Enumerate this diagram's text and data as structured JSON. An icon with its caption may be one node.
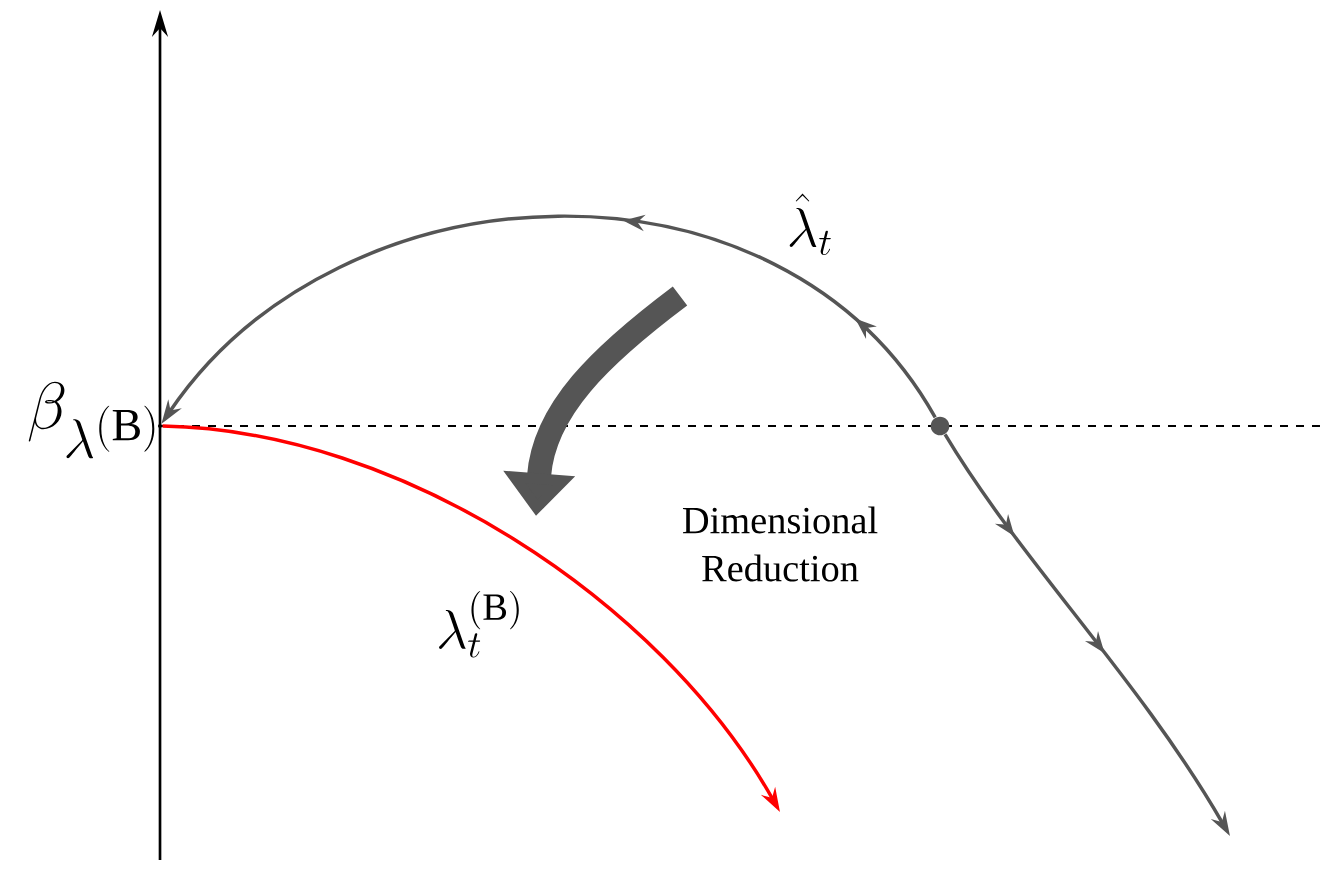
{
  "diagram": {
    "nodes": [
      {
        "text": [],
        "shape": "circle"
      },
      {
        "text": [],
        "shape": "point"
      }
    ],
    "edges": [
      {
        "from": 0,
        "to": 1,
        "arrow": "to"
      },
      {
        "from": 0,
        "to": null,
        "arrow": "to"
      },
      {
        "from": 1,
        "to": null,
        "arrow": "to",
        "color": "#ff0000"
      }
    ],
    "labels": [
      "\\beta_{\\lambda^{(\\mathrm{B})}}",
      "\\hat{\\lambda}_t",
      "Dimensional Reduction",
      "\\lambda_t^{(\\mathrm{B})}"
    ]
  }
}
